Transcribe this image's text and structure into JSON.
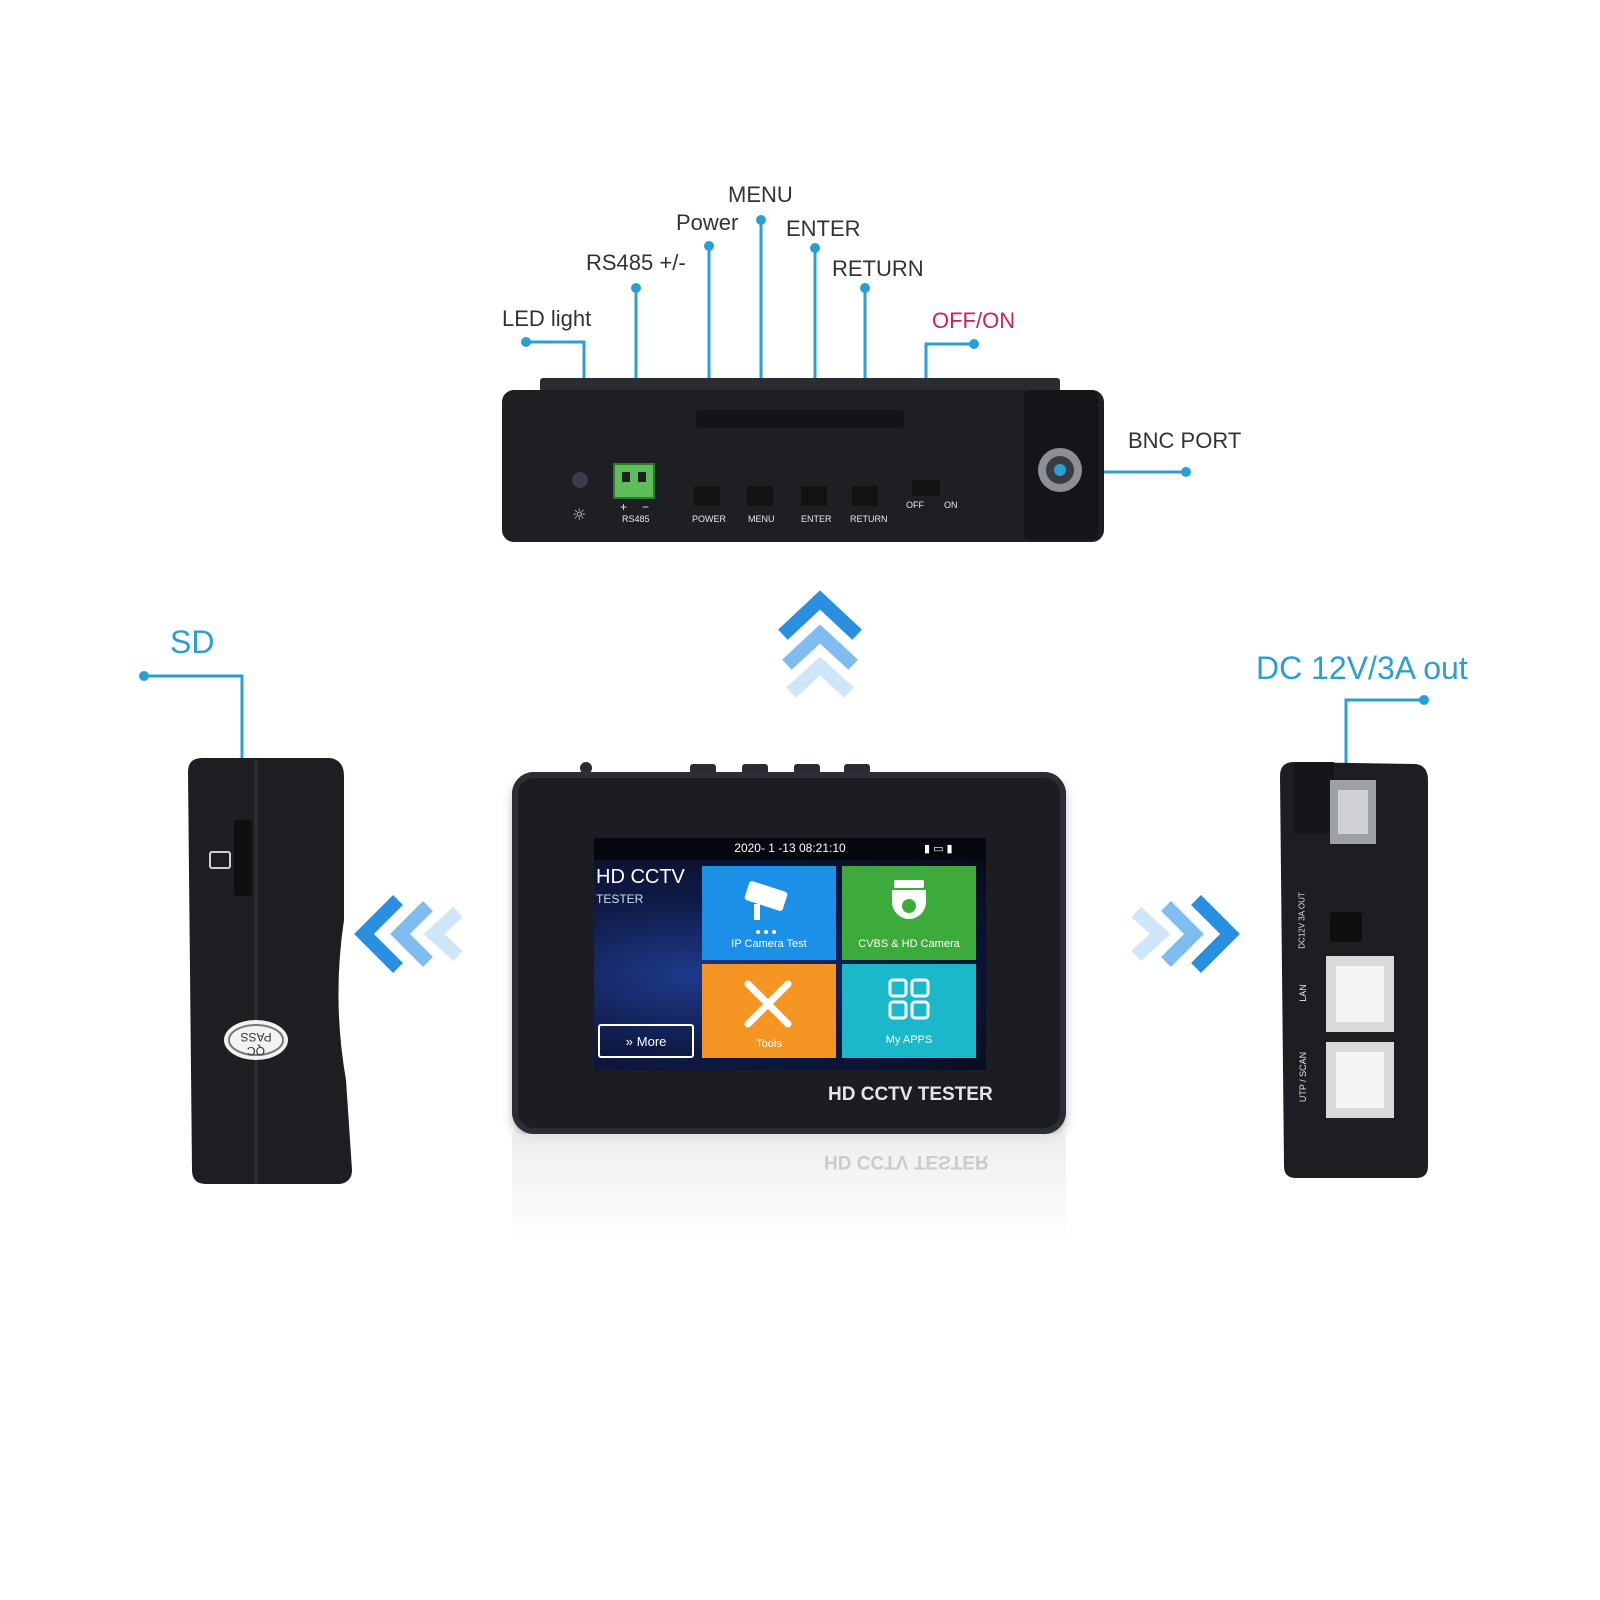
{
  "callouts": {
    "menu": "MENU",
    "power": "Power",
    "enter": "ENTER",
    "rs485": "RS485 +/-",
    "return": "RETURN",
    "led_light": "LED light",
    "off_on": "OFF/ON",
    "bnc_port": "BNC PORT",
    "sd": "SD",
    "dc_out": "DC 12V/3A out"
  },
  "top_panel_labels": {
    "rs485": "RS485",
    "plus": "+",
    "minus": "−",
    "power": "POWER",
    "menu": "MENU",
    "enter": "ENTER",
    "return": "RETURN",
    "off": "OFF",
    "on": "ON"
  },
  "screen": {
    "datetime": "2020- 1 -13 08:21:10",
    "title": "HD CCTV",
    "subtitle": "TESTER",
    "more_button": "More",
    "tiles": [
      {
        "label": "IP Camera Test",
        "color": "#1c8fe6"
      },
      {
        "label": "CVBS & HD Camera",
        "color": "#3daa3c"
      },
      {
        "label": "Tools",
        "color": "#f39423"
      },
      {
        "label": "My APPS",
        "color": "#1bb8c9"
      }
    ]
  },
  "front_device": {
    "brand_label": "HD CCTV TESTER",
    "reflection_label": "HD CCTV TESTER"
  },
  "side_left": {
    "qc_badge": "QC PASS"
  },
  "side_right": {
    "dc_label": "DC12V 3A OUT",
    "lan_label": "LAN",
    "utp_label": "UTP / SCAN"
  },
  "colors": {
    "accent_blue": "#2a9fd6",
    "callout_red": "#c8235a",
    "device_body": "#1b1d22"
  }
}
